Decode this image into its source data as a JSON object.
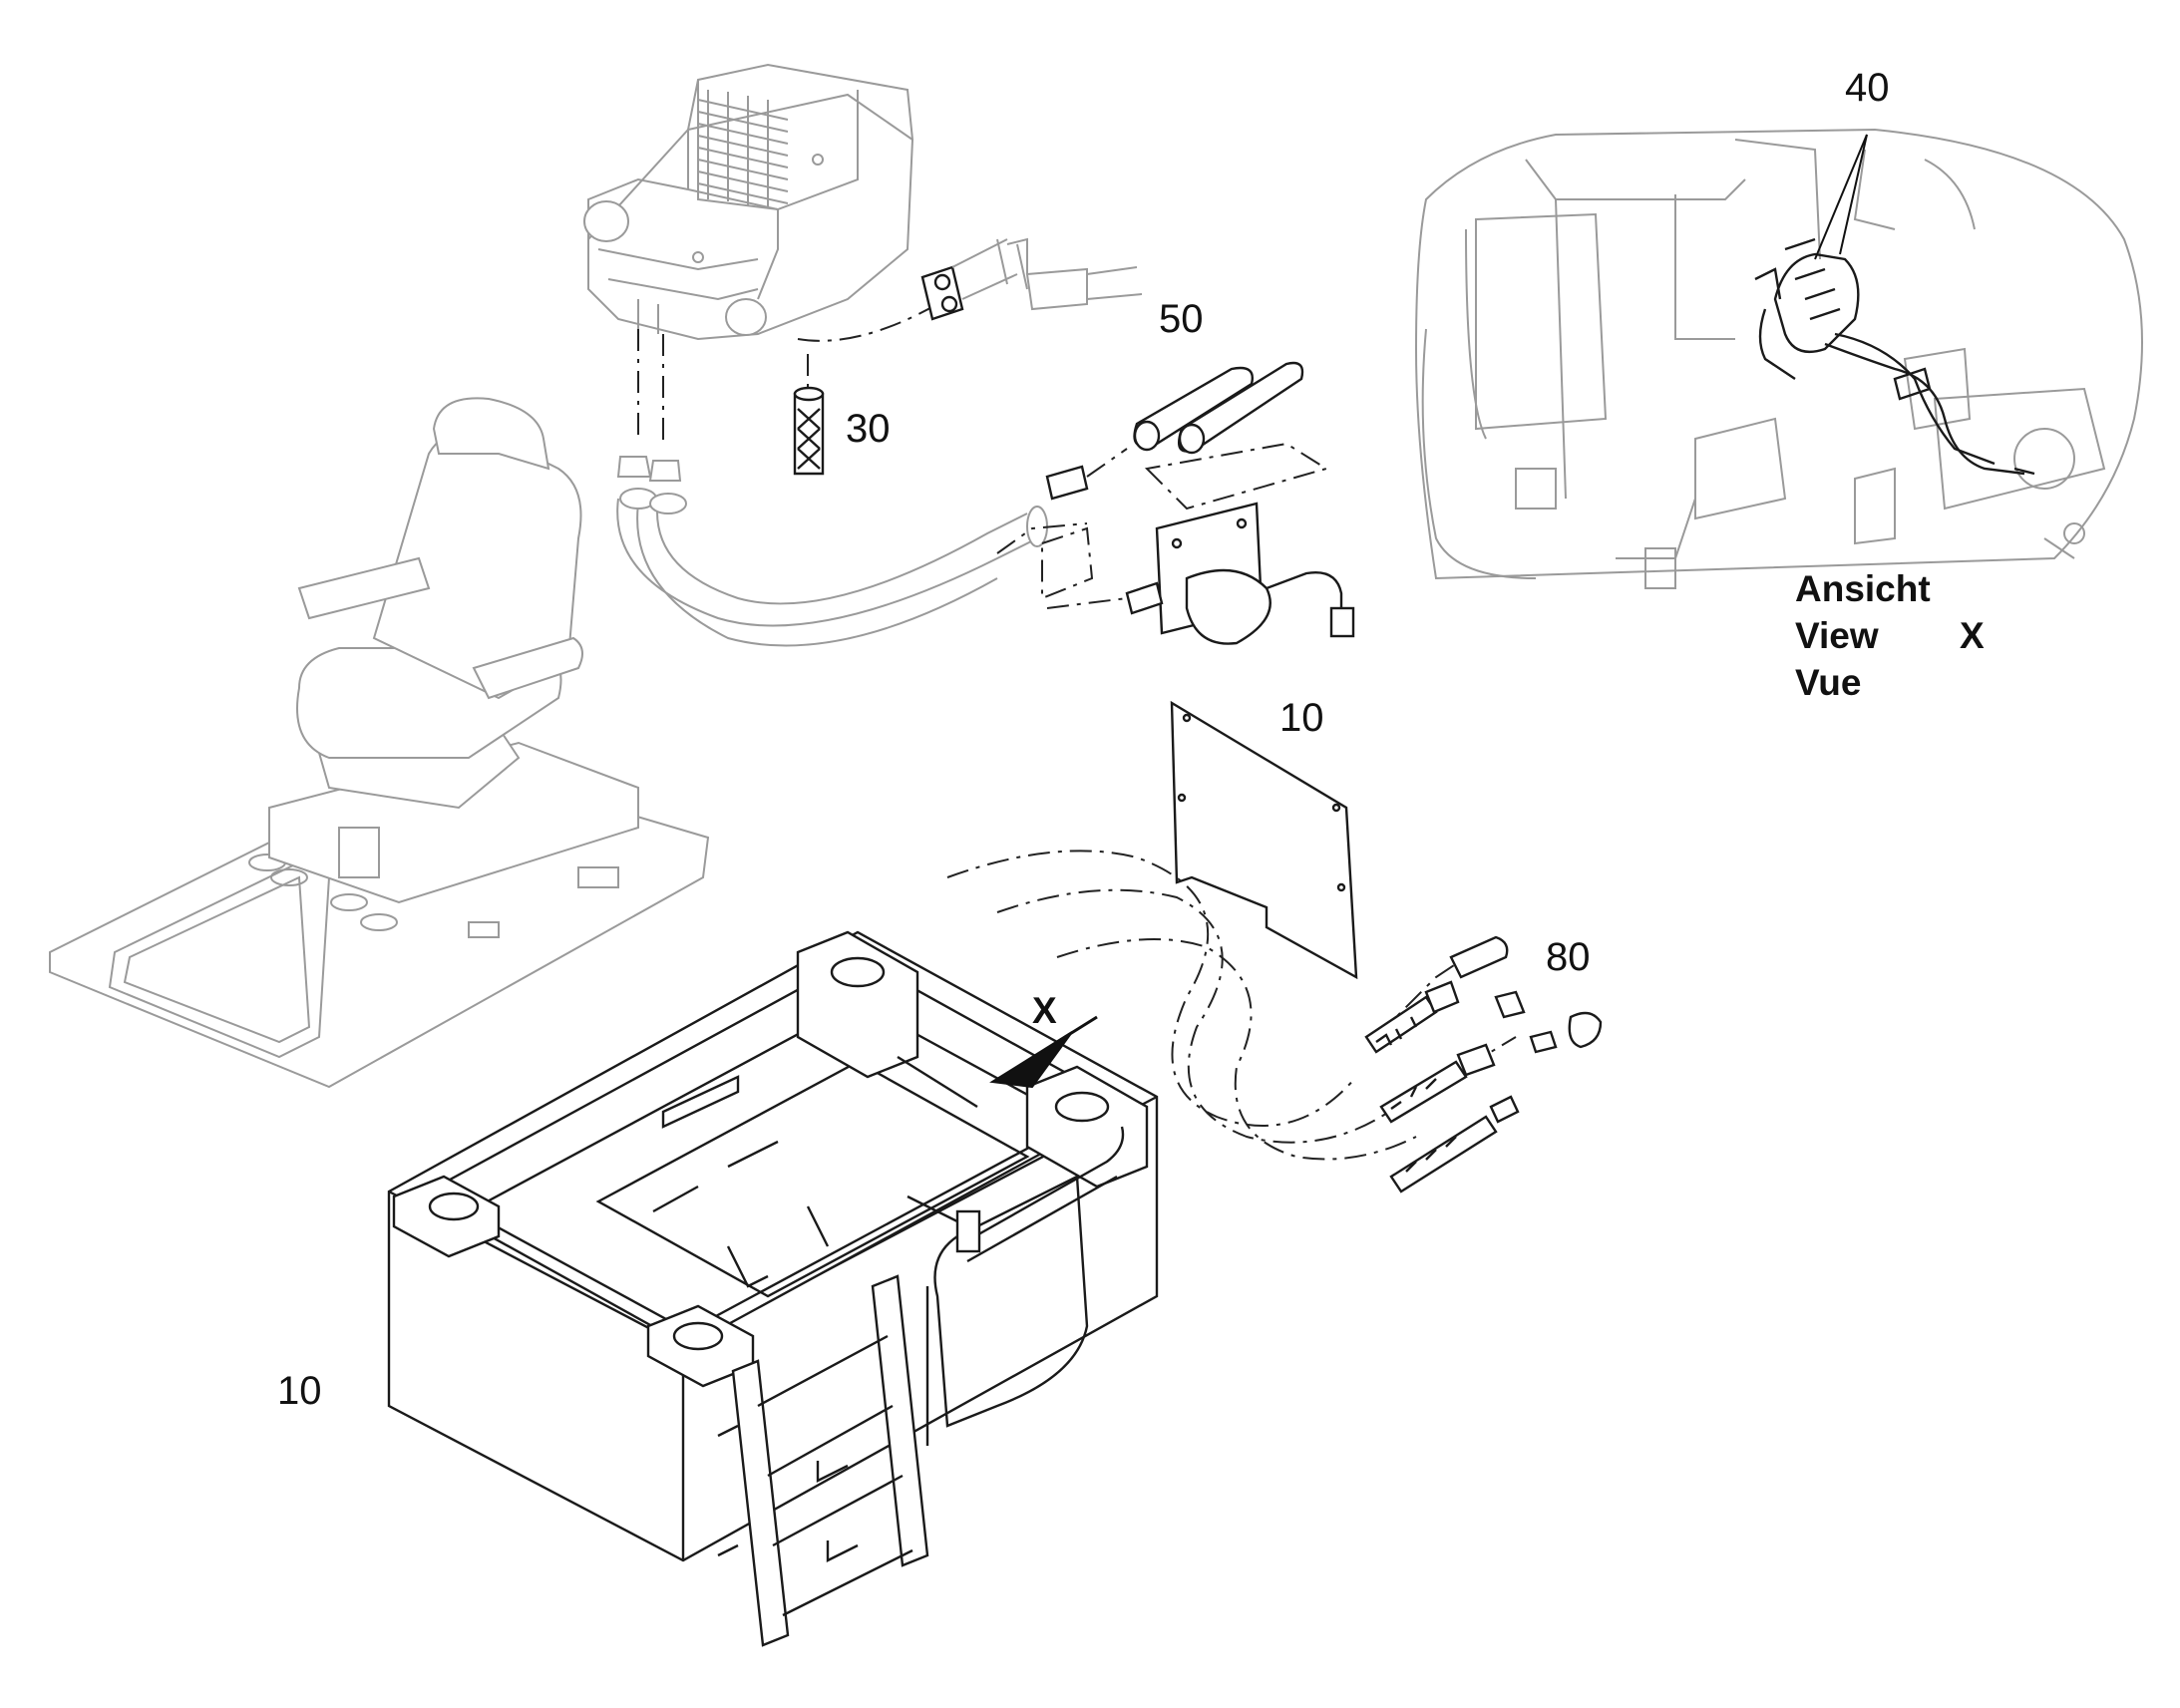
{
  "callouts": {
    "c40": "40",
    "c50": "50",
    "c30": "30",
    "c10_plate": "10",
    "c80": "80",
    "c10_frame": "10",
    "arrow_x": "X"
  },
  "view_caption": {
    "line1": "Ansicht",
    "line2": "View",
    "line3": "Vue",
    "marker": "X"
  }
}
